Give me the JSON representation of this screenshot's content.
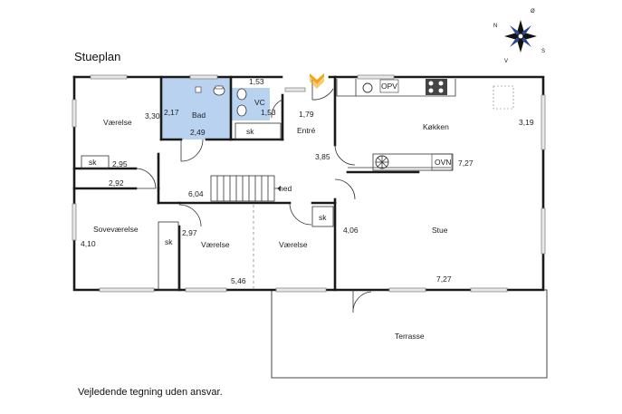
{
  "title": "Stueplan",
  "disclaimer": "Vejledende tegning uden ansvar.",
  "compass": {
    "n": "N",
    "o": "Ø",
    "s": "S",
    "v": "V"
  },
  "colors": {
    "bathroom": "#b9d2f0",
    "entrance_arrow": "#f2a516",
    "walls": "#1a1a1a"
  },
  "rooms": {
    "vaerelse_nw": "Værelse",
    "bad": "Bad",
    "vc": "VC",
    "entre": "Entré",
    "kokken": "Køkken",
    "sovevaerelse": "Soveværelse",
    "vaerelse_mid": "Værelse",
    "vaerelse_mid2": "Værelse",
    "stue": "Stue",
    "terrasse": "Terrasse"
  },
  "labels": {
    "sk1": "sk",
    "sk2": "sk",
    "sk3": "sk",
    "sk4": "sk",
    "opv": "OPV",
    "ovn": "OVN",
    "ned": "ned"
  },
  "dimensions": {
    "d_330": "3,30",
    "d_217": "2,17",
    "d_249": "2,49",
    "d_153a": "1,53",
    "d_153b": "1,53",
    "d_179": "1,79",
    "d_319": "3,19",
    "d_295": "2,95",
    "d_292": "2,92",
    "d_385": "3,85",
    "d_727a": "7,27",
    "d_604": "6,04",
    "d_410": "4,10",
    "d_297": "2,97",
    "d_546": "5,46",
    "d_406": "4,06",
    "d_727b": "7,27"
  }
}
